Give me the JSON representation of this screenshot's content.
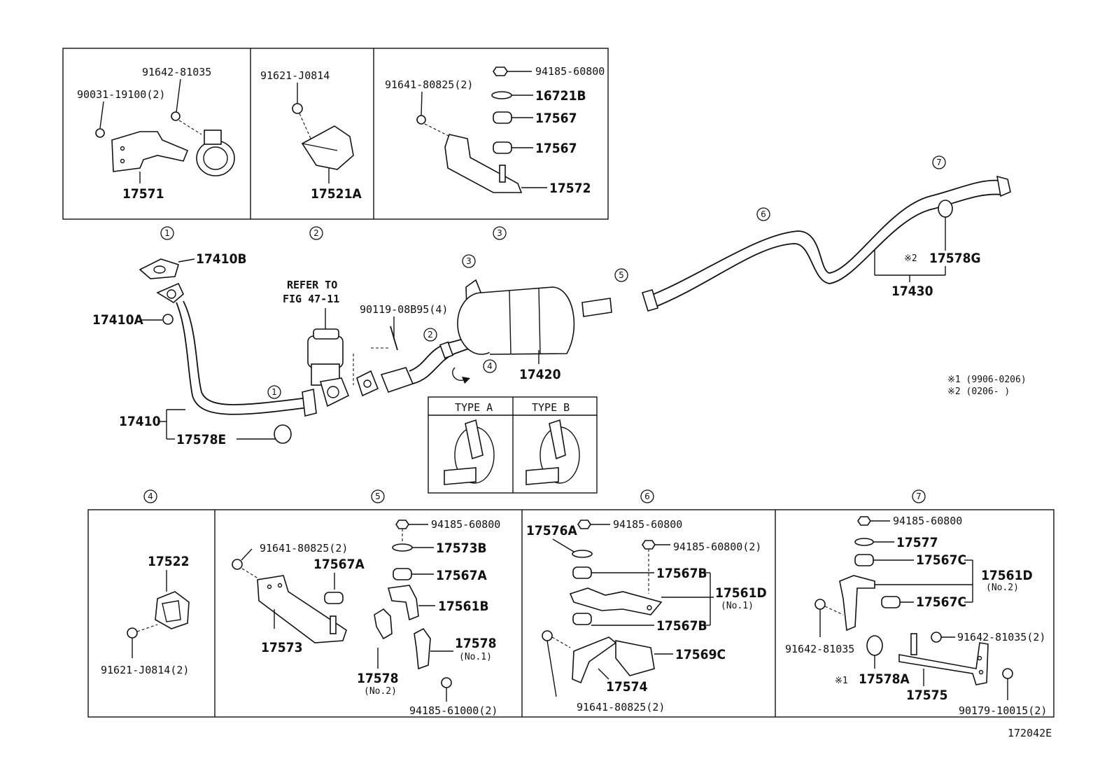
{
  "callouts": {
    "c1": "1",
    "c2": "2",
    "c3": "3",
    "c4": "4",
    "c5": "5",
    "c6": "6",
    "c7": "7"
  },
  "box1": {
    "p_91642_81035": "91642-81035",
    "p_90031_19100": "90031-19100(2)",
    "p_17571": "17571"
  },
  "box2": {
    "p_91621_J0814": "91621-J0814",
    "p_17521A": "17521A"
  },
  "box3": {
    "p_91641_80825": "91641-80825(2)",
    "p_94185_60800": "94185-60800",
    "p_16721B": "16721B",
    "p_17567_a": "17567",
    "p_17567_b": "17567",
    "p_17572": "17572"
  },
  "main": {
    "p_17410B": "17410B",
    "p_17410A": "17410A",
    "p_17410": "17410",
    "p_17578E": "17578E",
    "refer_line1": "REFER TO",
    "refer_line2": "FIG 47-11",
    "p_90119": "90119-08B95(4)",
    "p_17420": "17420",
    "p_17430": "17430",
    "p_17578G": "17578G",
    "note_mark2_small": "※2",
    "type_a": "TYPE A",
    "type_b": "TYPE B",
    "note1": "※1 (9906-0206)",
    "note2": "※2 (0206-      )"
  },
  "box4": {
    "p_17522": "17522",
    "p_91621_J0814_2": "91621-J0814(2)"
  },
  "box5": {
    "p_94185_60800": "94185-60800",
    "p_91641_80825": "91641-80825(2)",
    "p_17573B": "17573B",
    "p_17567A_a": "17567A",
    "p_17567A_b": "17567A",
    "p_17561B": "17561B",
    "p_17573": "17573",
    "p_17578_no1": "17578",
    "no1": "(No.1)",
    "p_17578_no2": "17578",
    "no2": "(No.2)",
    "p_94185_61000": "94185-61000(2)"
  },
  "box6": {
    "p_17576A": "17576A",
    "p_94185_60800": "94185-60800",
    "p_94185_60800_2": "94185-60800(2)",
    "p_17567B_a": "17567B",
    "p_17561D": "17561D",
    "no1": "(No.1)",
    "p_17567B_b": "17567B",
    "p_17569C": "17569C",
    "p_17574": "17574",
    "p_91641_80825": "91641-80825(2)"
  },
  "box7": {
    "p_94185_60800": "94185-60800",
    "p_17577": "17577",
    "p_17567C_a": "17567C",
    "p_17561D": "17561D",
    "no2": "(No.2)",
    "p_17567C_b": "17567C",
    "p_91642_81035_2": "91642-81035(2)",
    "p_91642_81035": "91642-81035",
    "mark1": "※1",
    "p_17578A": "17578A",
    "p_17575": "17575",
    "p_90179": "90179-10015(2)"
  },
  "footer": {
    "ref": "172042E"
  }
}
